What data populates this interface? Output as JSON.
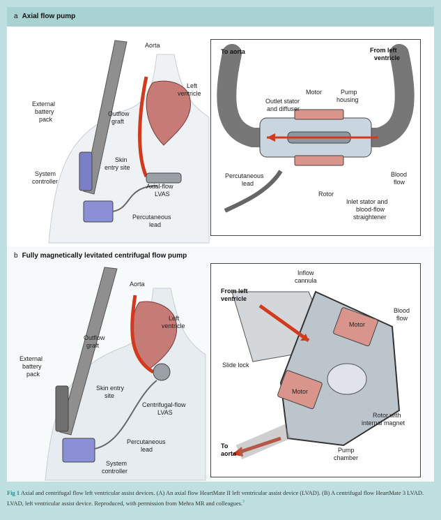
{
  "panel_a": {
    "letter": "a",
    "title": "Axial flow pump",
    "body_labels": {
      "aorta": "Aorta",
      "left_ventricle_1": "Left",
      "left_ventricle_2": "ventricle",
      "external_battery_1": "External",
      "external_battery_2": "battery",
      "external_battery_3": "pack",
      "outflow_graft_1": "Outflow",
      "outflow_graft_2": "graft",
      "skin_entry_1": "Skin",
      "skin_entry_2": "entry site",
      "system_controller_1": "System",
      "system_controller_2": "controller",
      "axial_lvas_1": "Axial-flow",
      "axial_lvas_2": "LVAS",
      "percutaneous_lead_1": "Percutaneous",
      "percutaneous_lead_2": "lead"
    },
    "inset_labels": {
      "to_aorta": "To aorta",
      "from_lv_1": "From left",
      "from_lv_2": "ventricle",
      "motor": "Motor",
      "pump_housing_1": "Pump",
      "pump_housing_2": "housing",
      "outlet_stator_1": "Outlet stator",
      "outlet_stator_2": "and diffuser",
      "perc_lead_1": "Percutaneous",
      "perc_lead_2": "lead",
      "rotor": "Rotor",
      "blood_flow_1": "Blood",
      "blood_flow_2": "flow",
      "inlet_stator_1": "Inlet stator and",
      "inlet_stator_2": "blood-flow",
      "inlet_stator_3": "straightener"
    }
  },
  "panel_b": {
    "letter": "b",
    "title": "Fully magnetically levitated centrifugal flow pump",
    "body_labels": {
      "aorta": "Aorta",
      "left_ventricle_1": "Left",
      "left_ventricle_2": "ventricle",
      "outflow_graft_1": "Outflow",
      "outflow_graft_2": "graft",
      "external_battery_1": "External",
      "external_battery_2": "battery",
      "external_battery_3": "pack",
      "skin_entry_1": "Skin entry",
      "skin_entry_2": "site",
      "centrifugal_lvas_1": "Centrifugal-flow",
      "centrifugal_lvas_2": "LVAS",
      "percutaneous_lead_1": "Percutaneous",
      "percutaneous_lead_2": "lead",
      "system_controller_1": "System",
      "system_controller_2": "controller"
    },
    "inset_labels": {
      "from_lv_1": "From left",
      "from_lv_2": "ventricle",
      "inflow_1": "Inflow",
      "inflow_2": "cannula",
      "blood_flow_1": "Blood",
      "blood_flow_2": "flow",
      "motor_top": "Motor",
      "slide_lock": "Slide lock",
      "motor_bottom": "Motor",
      "rotor_1": "Rotor with",
      "rotor_2": "internal magnet",
      "to_aorta_1": "To",
      "to_aorta_2": "aorta",
      "pump_chamber_1": "Pump",
      "pump_chamber_2": "chamber"
    }
  },
  "caption": {
    "fig": "Fig 1",
    "text": " Axial and centrifugal flow left ventricular assist devices. (A) An axial flow HeartMate II left ventricular assist device (LVAD). (B) A centrifugal flow HeartMate 3 LVAD. LVAD, left ventricular assist device. Reproduced, with permission from Mehra MR and colleagues.",
    "ref": "3"
  },
  "colors": {
    "frame": "#a9d2d2",
    "heart": "#c77b77",
    "motor": "#d9958c",
    "blood": "#d23a1e",
    "strap": "#8f8f8f",
    "device": "#8a8fd6"
  }
}
